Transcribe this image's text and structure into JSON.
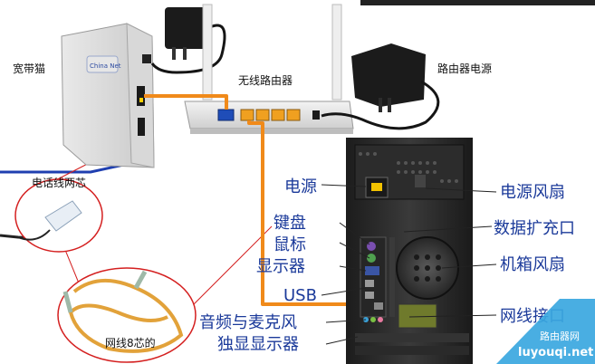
{
  "labels": {
    "modem": "宽带猫",
    "router": "无线路由器",
    "router_power": "路由器电源",
    "phone_cable": "电话线两芯",
    "net_cable": "网线8芯的",
    "power": "电源",
    "power_fan": "电源风扇",
    "keyboard": "键盘",
    "mouse": "鼠标",
    "monitor": "显示器",
    "expansion": "数据扩充口",
    "case_fan": "机箱风扇",
    "usb": "USB",
    "audio": "音频与麦克风",
    "lan_port": "网线接口",
    "gpu": "独显显示器"
  },
  "device_text": {
    "modem_brand": "China Net"
  },
  "watermark": {
    "title": "路由器网",
    "site": "luyouqi.net"
  },
  "colors": {
    "cable_orange": "#f08a1a",
    "phone_line_blue": "#1f3fb0",
    "label_blue": "#1b3a9a",
    "pointer_red": "#d41f1f",
    "watermark_bg": "#3aa7e0"
  }
}
